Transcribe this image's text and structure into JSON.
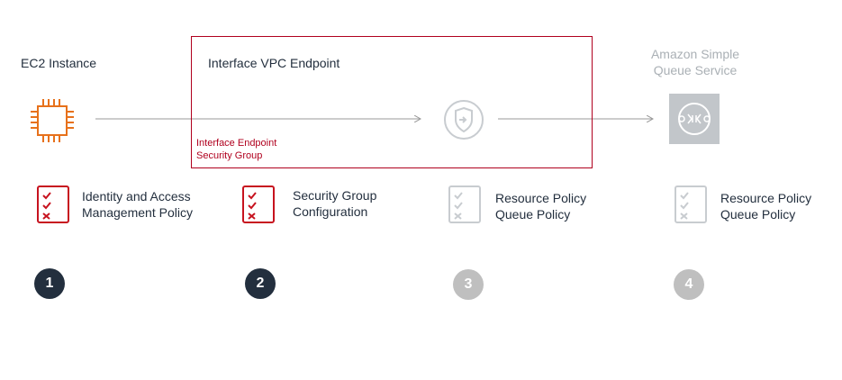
{
  "nodes": {
    "ec2": {
      "label": "EC2 Instance"
    },
    "vpc_endpoint": {
      "label": "Interface VPC Endpoint",
      "security_group_label_1": "Interface Endpoint",
      "security_group_label_2": "Security Group"
    },
    "sqs": {
      "label_1": "Amazon Simple",
      "label_2": "Queue Service"
    }
  },
  "policies": [
    {
      "line1": "Identity and Access",
      "line2": "Management Policy",
      "active": true,
      "step": "1"
    },
    {
      "line1": "Security Group",
      "line2": "Configuration",
      "active": true,
      "step": "2"
    },
    {
      "line1": "Resource Policy",
      "line2": "Queue Policy",
      "active": false,
      "step": "3"
    },
    {
      "line1": "Resource Policy",
      "line2": "Queue Policy",
      "active": false,
      "step": "4"
    }
  ],
  "colors": {
    "ec2_orange": "#e7711b",
    "policy_red": "#c7131f",
    "step_dark": "#232f3e",
    "step_muted": "#bfbfbf",
    "muted_text": "#aab0b5",
    "vpc_border": "#b0001e"
  },
  "icons": {
    "ec2": "chip-icon",
    "endpoint": "shield-endpoint-icon",
    "sqs": "queue-icon",
    "policy": "checklist-icon"
  }
}
